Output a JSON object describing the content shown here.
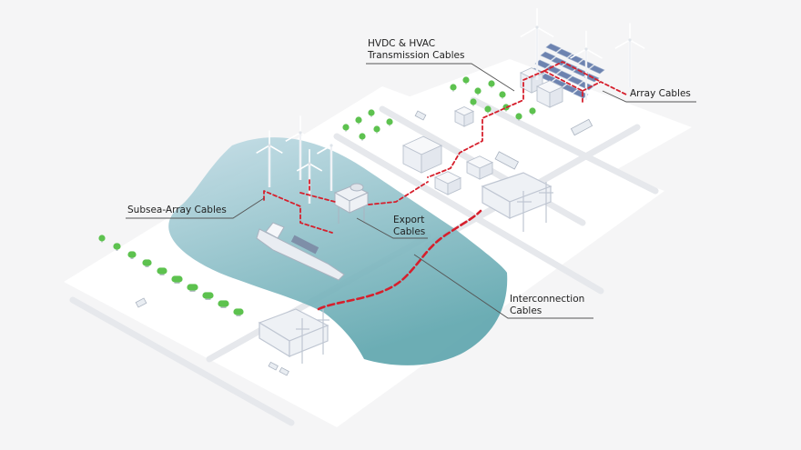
{
  "labels": {
    "hvdc_hvac": [
      "HVDC & HVAC",
      "Transmission Cables"
    ],
    "array": [
      "Array Cables"
    ],
    "subsea_array": [
      "Subsea-Array Cables"
    ],
    "export": [
      "Export",
      "Cables"
    ],
    "interconnection": [
      "Interconnection",
      "Cables"
    ]
  },
  "colors": {
    "background": "#f5f5f6",
    "land": "#ffffff",
    "road": "#e9ebef",
    "sea_light": "#c4dde6",
    "sea_dark": "#5fa6ae",
    "cable": "#d61f2c",
    "building": "#eceff4",
    "solar_panel": "#6d83b0",
    "tree": "#5dc24f",
    "leader_line": "#555555"
  },
  "icons": [
    "wind-turbine-icon",
    "solar-panel-icon",
    "substation-icon",
    "cable-ship-icon",
    "offshore-platform-icon",
    "tree-icon",
    "truck-icon",
    "car-icon"
  ]
}
